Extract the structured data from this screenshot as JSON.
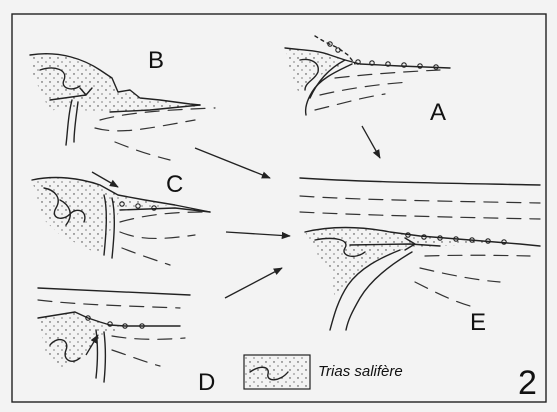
{
  "panels": {
    "a": "A",
    "b": "B",
    "c": "C",
    "d": "D",
    "e": "E"
  },
  "legend": {
    "text": "Trias salifère"
  },
  "figure_number": "2"
}
